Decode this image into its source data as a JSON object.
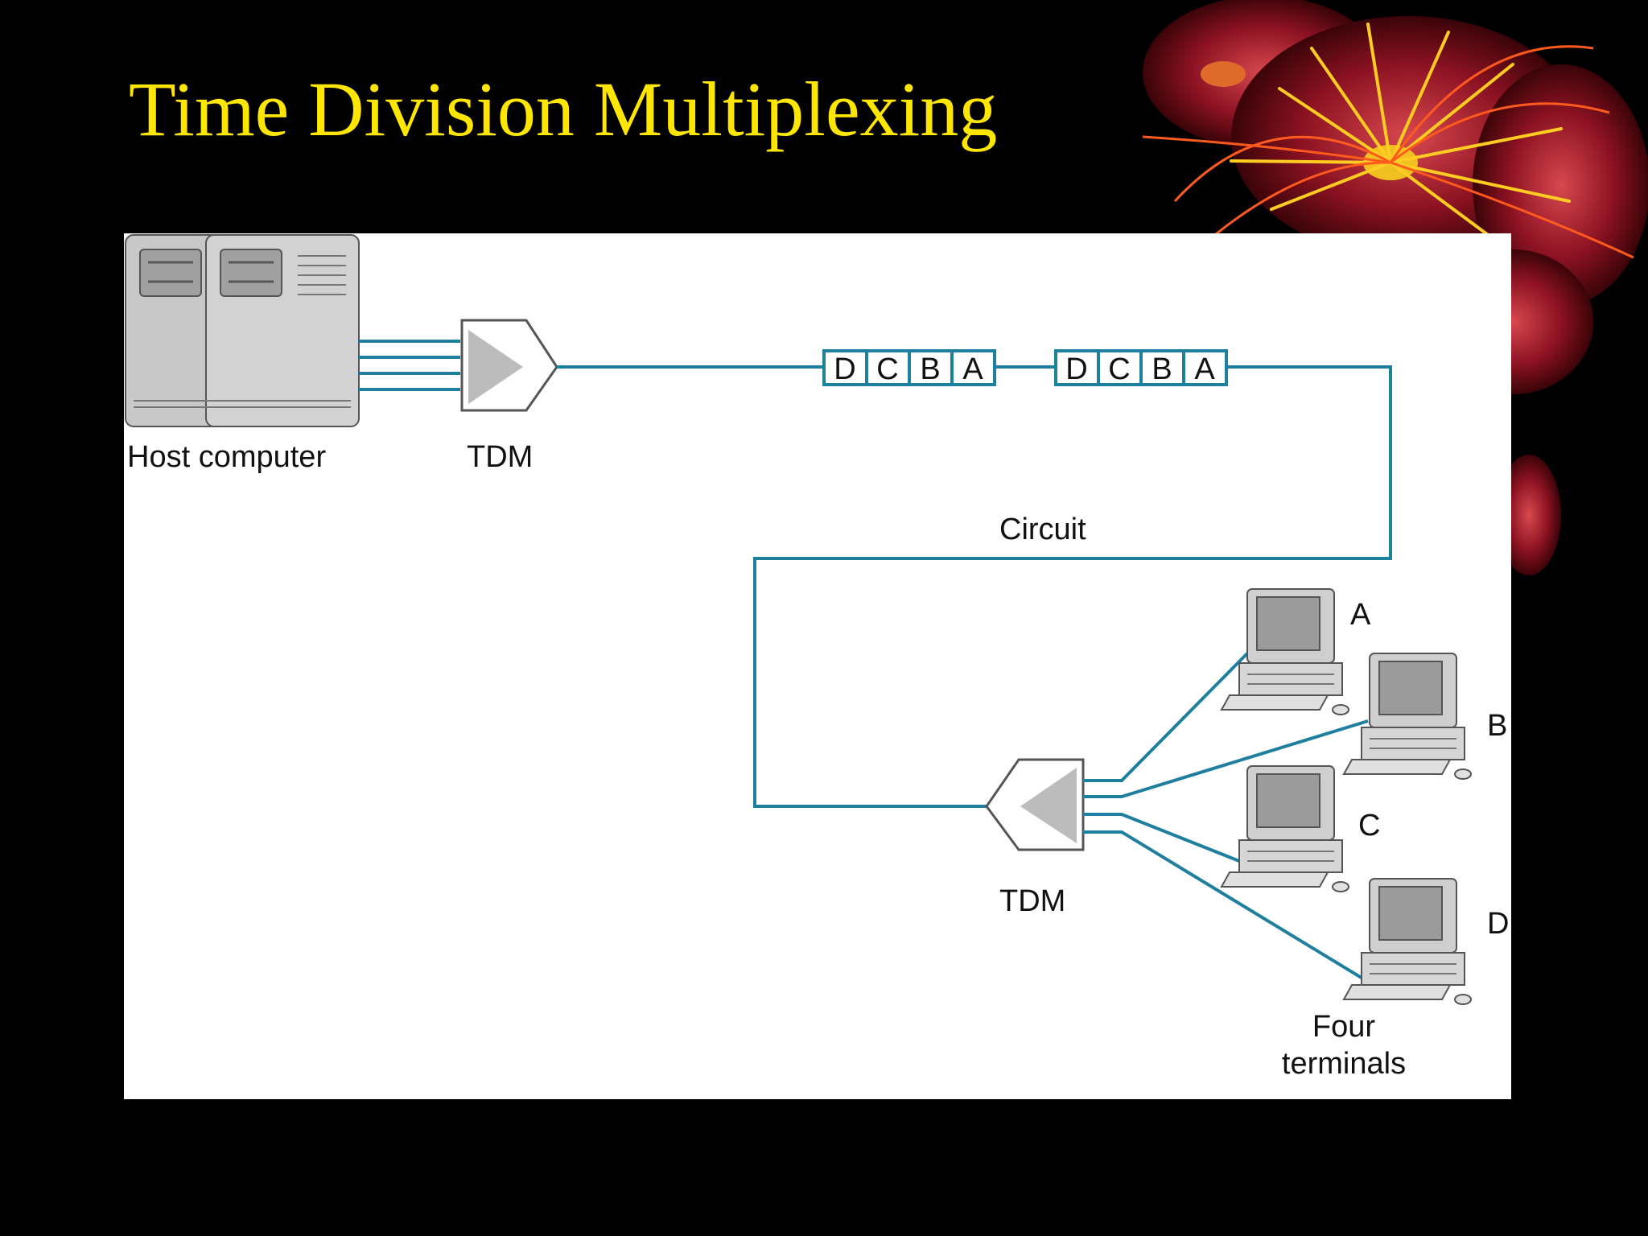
{
  "slide": {
    "title": "Time Division Multiplexing",
    "title_color": "#ffe600",
    "background": "#000000"
  },
  "diagram": {
    "line_color": "#1f7f9f",
    "host_label": "Host computer",
    "mux_label": "TDM",
    "demux_label": "TDM",
    "circuit_label": "Circuit",
    "frames": [
      {
        "slots": [
          "D",
          "C",
          "B",
          "A"
        ]
      },
      {
        "slots": [
          "D",
          "C",
          "B",
          "A"
        ]
      }
    ],
    "terminals": [
      {
        "label": "A"
      },
      {
        "label": "B"
      },
      {
        "label": "C"
      },
      {
        "label": "D"
      }
    ],
    "terminals_label_line1": "Four",
    "terminals_label_line2": "terminals"
  },
  "icons": [
    "flower-decoration",
    "server-icon",
    "multiplexer-icon",
    "demultiplexer-icon",
    "terminal-computer-icon"
  ]
}
